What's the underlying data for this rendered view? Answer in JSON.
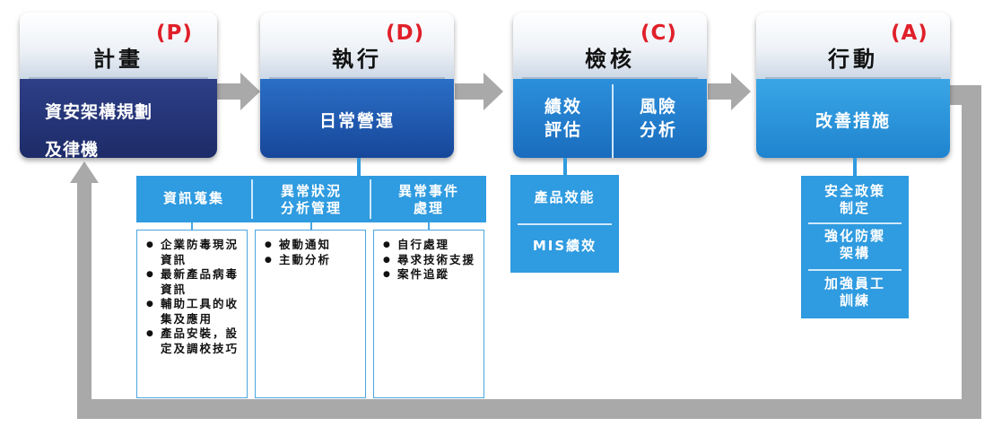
{
  "stages": {
    "plan": {
      "title": "計畫",
      "code": "(P)",
      "lines": [
        "資安架構規劃",
        "及律機"
      ]
    },
    "do": {
      "title": "執行",
      "code": "(D)",
      "body": "日常營運"
    },
    "check": {
      "title": "檢核",
      "code": "(C)",
      "left": [
        "績效",
        "評估"
      ],
      "right": [
        "風險",
        "分析"
      ]
    },
    "act": {
      "title": "行動",
      "code": "(A)",
      "body": "改善措施"
    }
  },
  "do_branches": [
    {
      "label": [
        "資訊蒐集"
      ],
      "items": [
        "企業防毒現況資訊",
        "最新產品病毒資訊",
        "輔助工具的收集及應用",
        "產品安裝，設定及調校技巧"
      ]
    },
    {
      "label": [
        "異常狀況",
        "分析管理"
      ],
      "items": [
        "被動通知",
        "主動分析"
      ]
    },
    {
      "label": [
        "異常事件",
        "處理"
      ],
      "items": [
        "自行處理",
        "尋求技術支援",
        "案件追蹤"
      ]
    }
  ],
  "check_items": [
    "產品效能",
    "MIS績效"
  ],
  "act_items": [
    [
      "安全政策",
      "制定"
    ],
    [
      "強化防禦",
      "架構"
    ],
    [
      "加強員工",
      "訓練"
    ]
  ],
  "colors": {
    "plan": "#1d2b68",
    "do": "#17479a",
    "check": "#1a6cbd",
    "act": "#1f84cf",
    "code": "#e0202a",
    "connector": "#a9a9a9",
    "sub": "#2f9be0"
  }
}
